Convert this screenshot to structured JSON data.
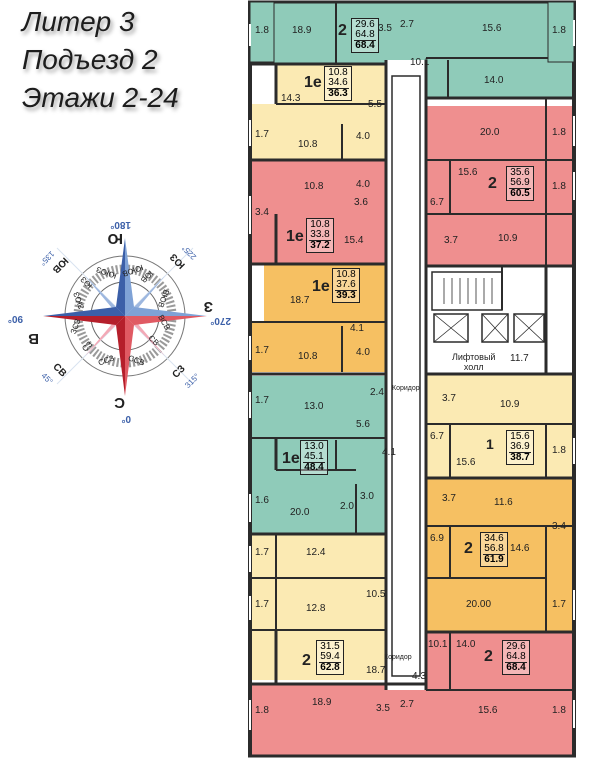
{
  "header": {
    "line1": "Литер 3",
    "line2": "Подъезд 2",
    "line3": "Этажи 2-24"
  },
  "compass": {
    "north_label": "С",
    "north_deg": "0°",
    "south_label": "Ю",
    "south_deg": "180°",
    "east_label": "В",
    "east_deg": "90°",
    "west_label": "З",
    "west_deg": "270°",
    "northeast": "СВ",
    "northeast_deg": "45°",
    "southeast": "ЮВ",
    "southeast_deg": "135°",
    "southwest": "ЮЗ",
    "southwest_deg": "225°",
    "northwest": "СЗ",
    "northwest_deg": "315°",
    "ring": [
      "СВ",
      "ВСВ",
      "ВЮВ",
      "ЮВ",
      "ЮЮВ",
      "ЮЮЗ",
      "ЮЗ",
      "ЗЮЗ",
      "ЗСЗ",
      "СЗ",
      "ССЗ",
      "ССВ"
    ]
  },
  "colors": {
    "green": "#8fcbb9",
    "pink": "#ef8f8f",
    "yellow_light": "#fbeab3",
    "orange": "#f6c062",
    "core": "#ffffff",
    "wall": "#2b2b2b"
  },
  "core": {
    "lift_hall": "Лифтовый\nхолл",
    "lift_hall_area": "11.7",
    "corridor_top": "Коридор",
    "corridor_bottom": "Коридор",
    "corridor_area": "4.3"
  },
  "apartments": [
    {
      "id": "a1",
      "rooms": "2",
      "living": "29.6",
      "kitchen": "64.8",
      "total": "68.4",
      "color": "green"
    },
    {
      "id": "a2",
      "rooms": "1е",
      "living": "10.8",
      "kitchen": "34.6",
      "total": "36.3",
      "color": "yellow_light"
    },
    {
      "id": "a3",
      "rooms": "1е",
      "living": "10.8",
      "kitchen": "33.8",
      "total": "37.2",
      "color": "pink"
    },
    {
      "id": "a4",
      "rooms": "1е",
      "living": "10.8",
      "kitchen": "37.6",
      "total": "39.3",
      "color": "orange"
    },
    {
      "id": "a5",
      "rooms": "1е",
      "living": "13.0",
      "kitchen": "45.1",
      "total": "48.4",
      "color": "green"
    },
    {
      "id": "a6",
      "rooms": "2",
      "living": "31.5",
      "kitchen": "59.4",
      "total": "62.8",
      "color": "yellow_light"
    },
    {
      "id": "a7",
      "rooms": "2",
      "living": "35.6",
      "kitchen": "56.9",
      "total": "60.5",
      "color": "pink"
    },
    {
      "id": "a8",
      "rooms": "1",
      "living": "15.6",
      "kitchen": "36.9",
      "total": "38.7",
      "color": "yellow_light"
    },
    {
      "id": "a9",
      "rooms": "2",
      "living": "34.6",
      "kitchen": "56.8",
      "total": "61.9",
      "color": "orange"
    },
    {
      "id": "a10",
      "rooms": "2",
      "living": "29.6",
      "kitchen": "64.8",
      "total": "68.4",
      "color": "pink"
    }
  ],
  "room_areas": [
    "1.8",
    "18.9",
    "3.5",
    "2.7",
    "15.6",
    "1.8",
    "10.1",
    "14.0",
    "14.3",
    "5.5",
    "1.7",
    "10.8",
    "4.0",
    "4.0",
    "20.0",
    "1.8",
    "10.8",
    "3.6",
    "3.4",
    "15.4",
    "15.6",
    "1.8",
    "6.7",
    "3.7",
    "10.9",
    "18.7",
    "4.1",
    "1.7",
    "10.8",
    "4.0",
    "1.7",
    "13.0",
    "2.4",
    "5.6",
    "3.7",
    "10.9",
    "6.7",
    "15.6",
    "1.8",
    "4.1",
    "1.6",
    "20.0",
    "2.0",
    "3.0",
    "3.7",
    "11.6",
    "3.4",
    "1.7",
    "12.4",
    "6.9",
    "14.6",
    "10.5",
    "1.7",
    "12.8",
    "20.00",
    "1.7",
    "18.7",
    "10.1",
    "14.0",
    "1.8",
    "18.9",
    "3.5",
    "2.7",
    "15.6",
    "1.8"
  ]
}
